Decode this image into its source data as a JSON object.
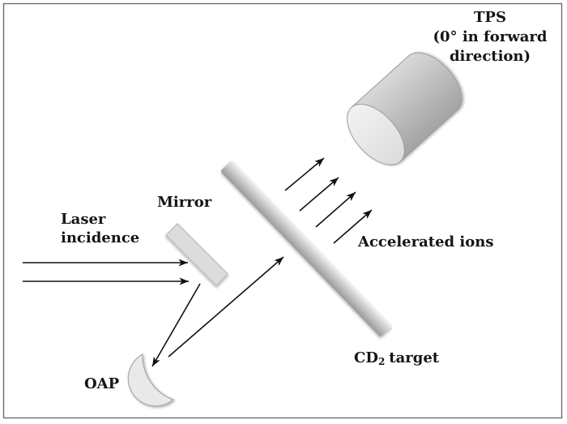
{
  "labels": {
    "tps": {
      "lines": [
        "TPS",
        "(0° in forward",
        "direction)"
      ]
    },
    "laser": {
      "lines": [
        "Laser",
        "incidence"
      ]
    },
    "mirror": {
      "text": "Mirror"
    },
    "accelerated_ions": {
      "text": "Accelerated ions"
    },
    "cd2_target": {
      "prefix": "CD",
      "subscript": "2",
      "suffix": "target"
    },
    "oap": {
      "text": "OAP"
    }
  },
  "colors": {
    "background": "#ffffff",
    "frame_border": "#6e6e6e",
    "arrow": "#111111",
    "text": "#151515",
    "mirror_fill": "#dcdcdc",
    "mirror_stroke": "#b9b9b9",
    "rod_light": "#f2f2f2",
    "rod_dark": "#9a9a9a",
    "cylinder_light": "#d9d9d9",
    "cylinder_dark": "#a3a3a3",
    "cylinder_face_light": "#f2f2f2",
    "cylinder_face_dark": "#dcdcdc",
    "cylinder_stroke": "#999999",
    "oap_fill": "#e9e9e9",
    "oap_stroke": "#a8a8a8"
  },
  "diagram": {
    "arrows": {
      "laser_beams": [
        [
          28,
          324,
          232,
          324
        ],
        [
          28,
          347,
          233,
          347
        ]
      ],
      "mirror_to_oap": [
        [
          247,
          350,
          188,
          452
        ]
      ],
      "oap_to_target": [
        [
          208,
          440,
          350,
          317
        ]
      ],
      "accelerated_ions": [
        [
          352,
          235,
          400,
          195
        ],
        [
          370,
          260,
          418,
          219
        ],
        [
          390,
          280,
          439,
          237
        ],
        [
          412,
          300,
          459,
          259
        ]
      ]
    }
  }
}
